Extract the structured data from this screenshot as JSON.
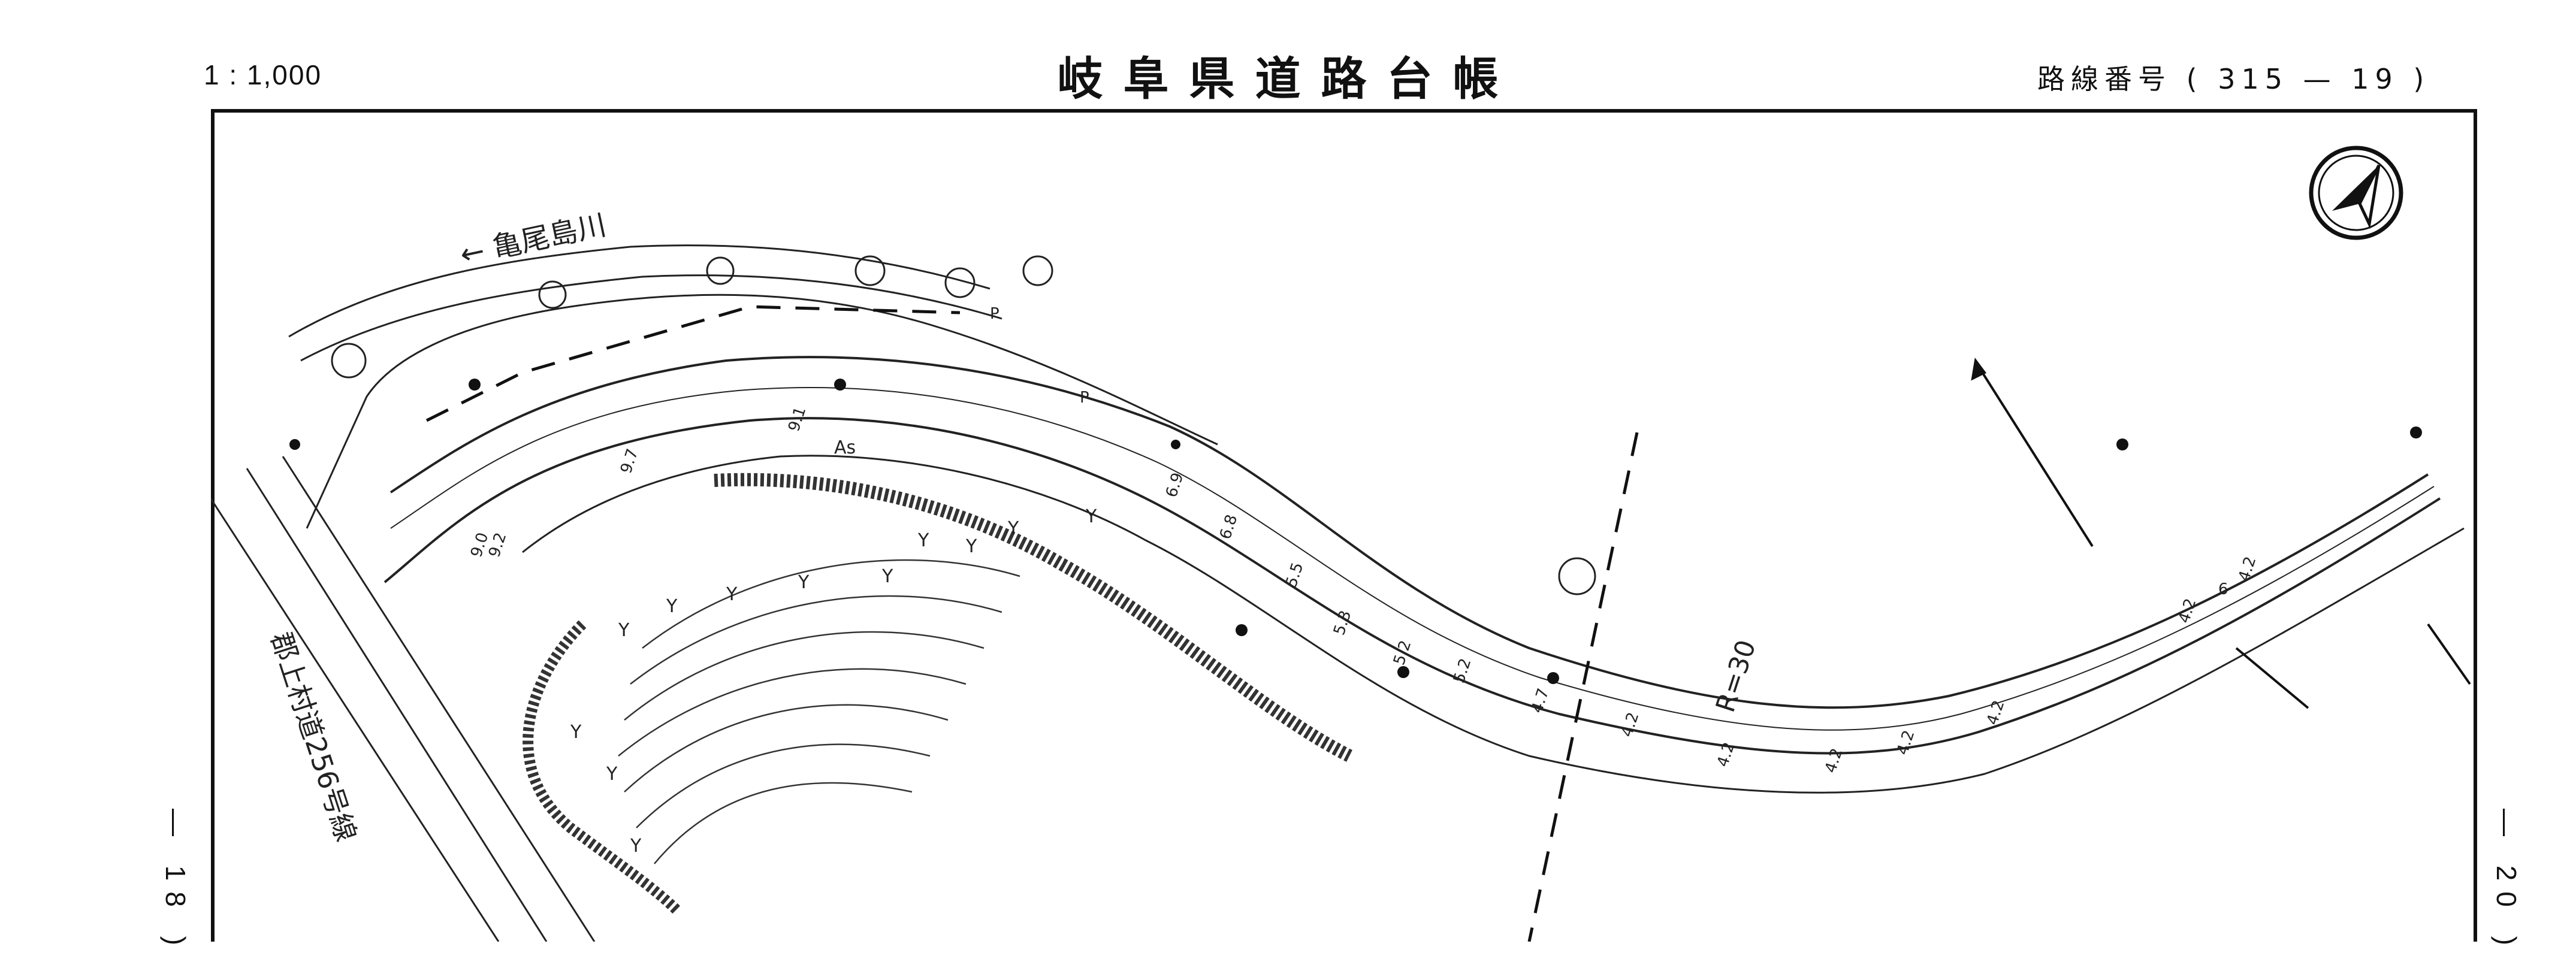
{
  "header": {
    "scale": "1 : 1,000",
    "title": "岐阜県道路台帳",
    "route_label": "路線番号",
    "route_number": "( 315 — 19 )"
  },
  "pages": {
    "left": "— 18 )",
    "right": "— 20 )"
  },
  "map": {
    "river_label": "← 亀尾島川",
    "side_road_label": "郡上村道256号線",
    "curve_label": "R=30",
    "surface_label": "As",
    "widths": [
      "9.0",
      "9.2",
      "9.7",
      "9.1",
      "6.9",
      "6.8",
      "5.5",
      "5.3",
      "5.2",
      "5.2",
      "4.7",
      "4.2",
      "4.2",
      "4.2",
      "4.2",
      "4.2",
      "4.2",
      "4.2",
      "6"
    ],
    "marker_p": "P",
    "north_arrow": "north-arrow-icon"
  }
}
